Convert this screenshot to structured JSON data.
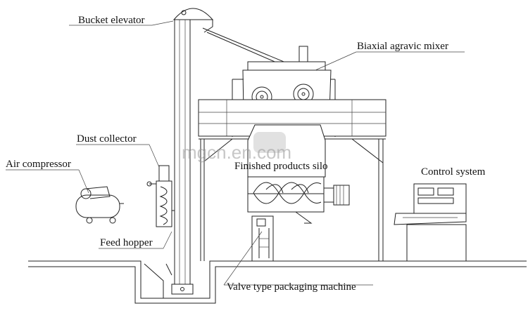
{
  "labels": {
    "bucket_elevator": "Bucket elevator",
    "biaxial_mixer": "Biaxial agravic mixer",
    "dust_collector": "Dust collector",
    "air_compressor": "Air compressor",
    "finished_silo": "Finished products silo",
    "control_system": "Control system",
    "feed_hopper": "Feed hopper",
    "packaging_machine": "Valve type packaging machine"
  },
  "watermark": "mgcn.en.com",
  "colors": {
    "line": "#222222",
    "text": "#111111",
    "watermark": "#9a9a9a"
  }
}
